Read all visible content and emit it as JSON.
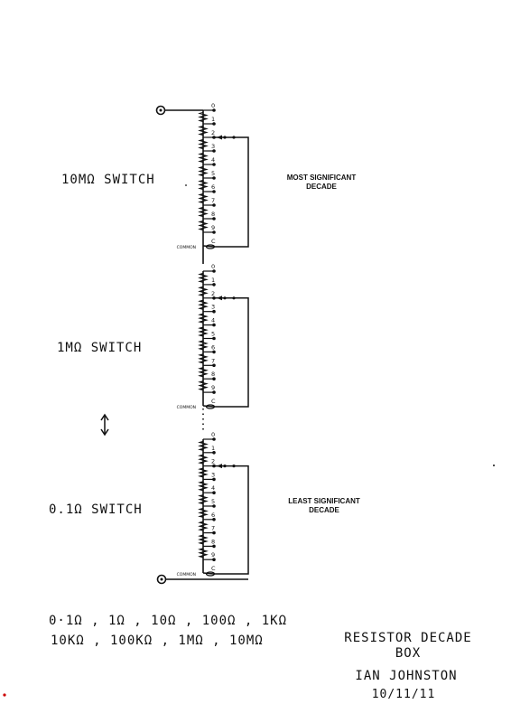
{
  "switch_labels": {
    "top": "10MΩ SWITCH",
    "middle": "1MΩ SWITCH",
    "bottom": "0.1Ω SWITCH"
  },
  "decade_labels": {
    "most_line1": "MOST SIGNIFICANT",
    "most_line2": "DECADE",
    "least_line1": "LEAST SIGNIFICANT",
    "least_line2": "DECADE"
  },
  "positions": [
    "0",
    "1",
    "2",
    "3",
    "4",
    "5",
    "6",
    "7",
    "8",
    "9",
    "C"
  ],
  "common_label": "COMMON",
  "ranges_line1": "0·1Ω , 1Ω , 10Ω , 100Ω , 1KΩ",
  "ranges_line2": "10KΩ , 100KΩ , 1MΩ , 10MΩ",
  "title_line1": "RESISTOR DECADE",
  "title_line2": "BOX",
  "author": "IAN JOHNSTON",
  "date": "10/11/11",
  "icons": [
    "terminal-icon",
    "resistor-icon",
    "double-arrow-icon"
  ],
  "colors": {
    "ink": "#111111",
    "background": "#ffffff",
    "mark": "#cc0000"
  }
}
